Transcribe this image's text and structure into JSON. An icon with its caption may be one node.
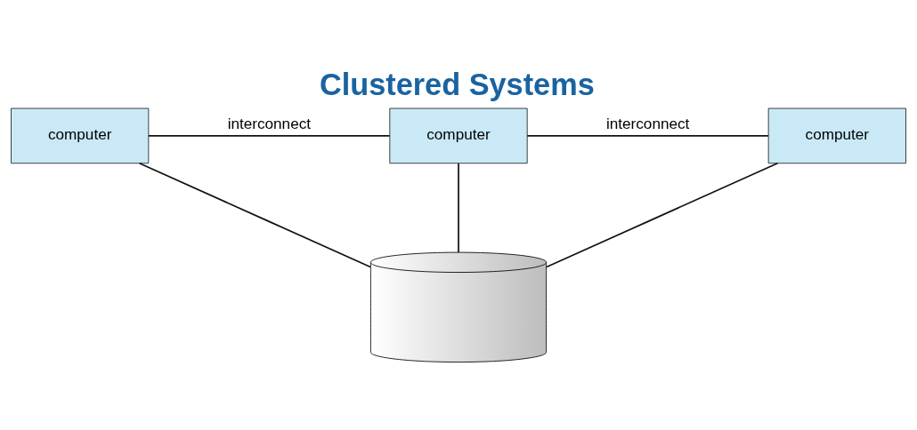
{
  "diagram": {
    "title": "Clustered Systems",
    "nodes": [
      {
        "text": [
          "computer"
        ]
      },
      {
        "text": [
          "computer"
        ]
      },
      {
        "text": [
          "computer"
        ]
      },
      {
        "text": [],
        "shape": "cylinder"
      }
    ],
    "edges": [
      {
        "from": 0,
        "to": 1,
        "arrow": "none",
        "label": "interconnect"
      },
      {
        "from": 1,
        "to": 2,
        "arrow": "none",
        "label": "interconnect"
      },
      {
        "from": 0,
        "to": 3,
        "arrow": "none"
      },
      {
        "from": 1,
        "to": 3,
        "arrow": "none"
      },
      {
        "from": 2,
        "to": 3,
        "arrow": "none"
      }
    ]
  }
}
